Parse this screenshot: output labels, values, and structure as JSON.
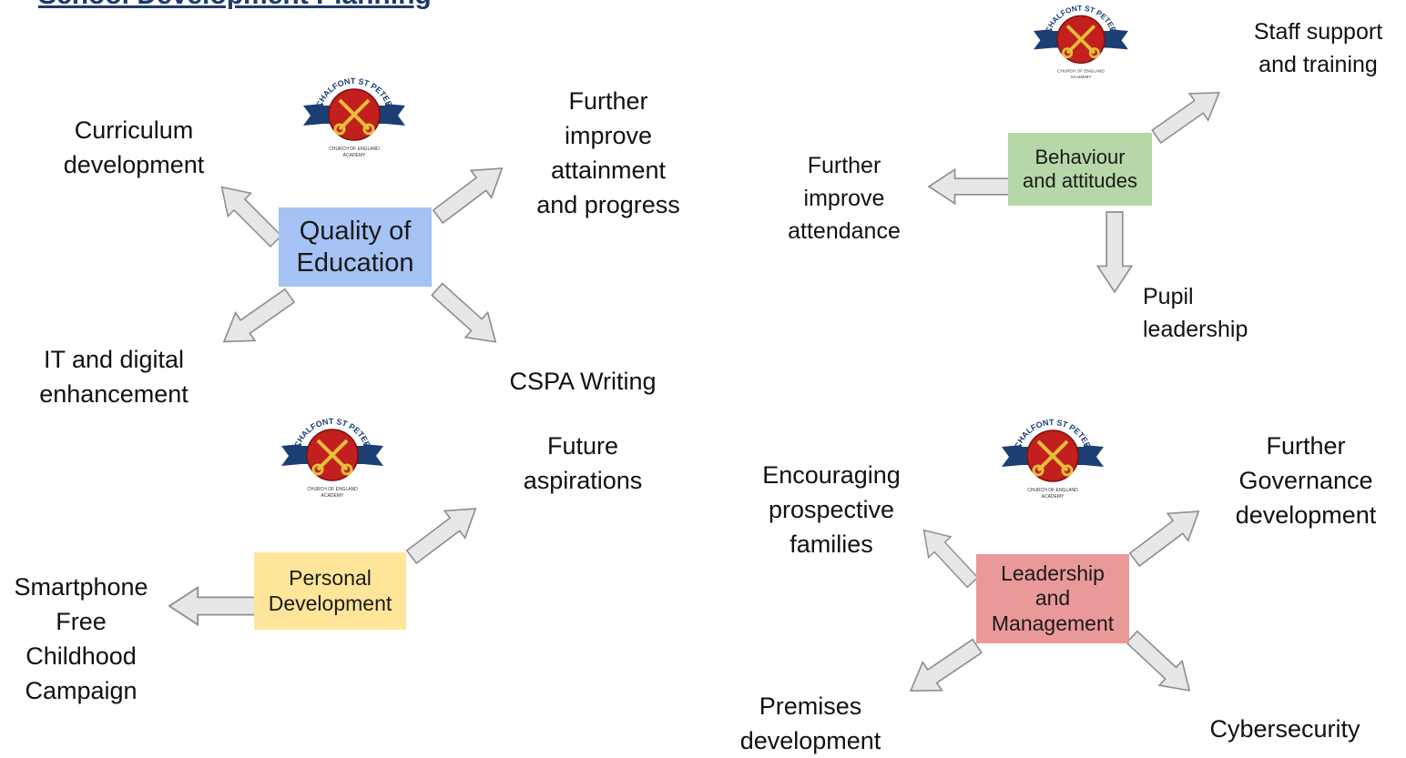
{
  "title": "School Development Planning",
  "logo": {
    "arc_text": "CHALFONT ST PETER",
    "line1": "CHURCH OF ENGLAND",
    "line2": "ACADEMY",
    "colors": {
      "shield": "#c21f1f",
      "banner": "#1b3f73",
      "keys": "#e5c13a"
    }
  },
  "quadrants": {
    "quality": {
      "box": {
        "lines": [
          "Quality of",
          "Education"
        ],
        "color": "#a4c2f4"
      },
      "outcomes": {
        "curriculum": [
          "Curriculum",
          "development"
        ],
        "attainment": [
          "Further",
          "improve",
          "attainment",
          "and progress"
        ],
        "it": [
          "IT and digital",
          "enhancement"
        ],
        "writing": [
          "CSPA Writing"
        ]
      }
    },
    "behaviour": {
      "box": {
        "lines": [
          "Behaviour",
          "and attitudes"
        ],
        "color": "#b6d7a8"
      },
      "outcomes": {
        "staff": [
          "Staff support",
          "and training"
        ],
        "attendance": [
          "Further",
          "improve",
          "attendance"
        ],
        "pupil": [
          "Pupil",
          "leadership"
        ]
      }
    },
    "personal": {
      "box": {
        "lines": [
          "Personal",
          "Development"
        ],
        "color": "#ffe599"
      },
      "outcomes": {
        "aspirations": [
          "Future",
          "aspirations"
        ],
        "smartphone": [
          "Smartphone",
          "Free",
          "Childhood",
          "Campaign"
        ]
      }
    },
    "leadership": {
      "box": {
        "lines": [
          "Leadership",
          "and",
          "Management"
        ],
        "color": "#ea9999"
      },
      "outcomes": {
        "families": [
          "Encouraging",
          "prospective",
          "families"
        ],
        "governance": [
          "Further",
          "Governance",
          "development"
        ],
        "premises": [
          "Premises",
          "development"
        ],
        "cyber": [
          "Cybersecurity"
        ]
      }
    }
  }
}
